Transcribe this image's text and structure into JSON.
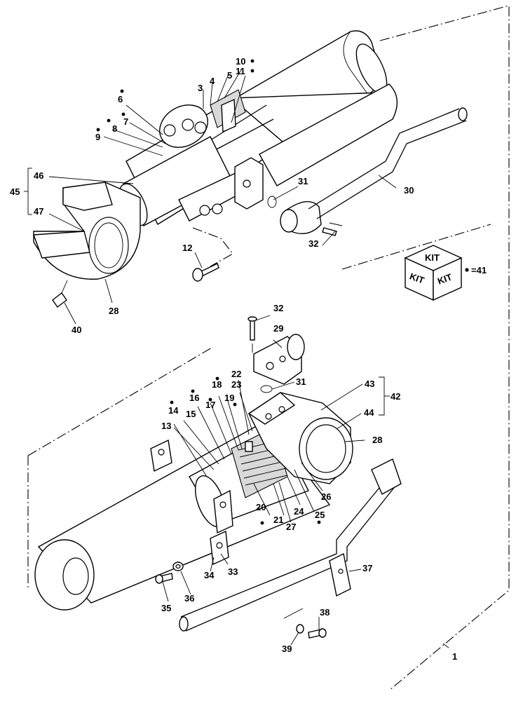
{
  "labels": {
    "c1": "1",
    "c3": "3",
    "c4": "4",
    "c5": "5",
    "c6": "6",
    "c7": "7",
    "c8": "8",
    "c9": "9",
    "c10": "10",
    "c11": "11",
    "c12": "12",
    "c13": "13",
    "c14": "14",
    "c15": "15",
    "c16": "16",
    "c17": "17",
    "c18": "18",
    "c19": "19",
    "c20": "20",
    "c21": "21",
    "c22": "22",
    "c23": "23",
    "c24": "24",
    "c25": "25",
    "c26": "26",
    "c27": "27",
    "c28a": "28",
    "c28b": "28",
    "c29": "29",
    "c30": "30",
    "c31a": "31",
    "c31b": "31",
    "c32a": "32",
    "c32b": "32",
    "c33": "33",
    "c34": "34",
    "c35": "35",
    "c36": "36",
    "c37": "37",
    "c38": "38",
    "c39": "39",
    "c40": "40",
    "c42": "42",
    "c43": "43",
    "c44": "44",
    "c45": "45",
    "c46": "46",
    "c47": "47"
  },
  "kit": {
    "top": "KIT",
    "left": "KIT",
    "right": "KIT",
    "legend": "=41"
  }
}
